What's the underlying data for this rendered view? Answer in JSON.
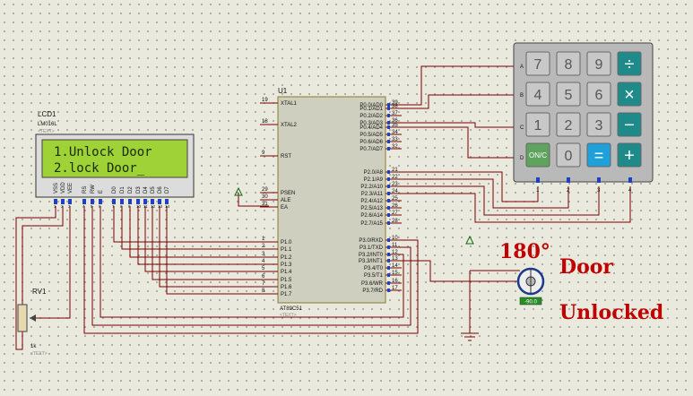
{
  "lcd": {
    "ref": "LCD1",
    "part": "LM016L",
    "text_tag": "<TEXT>",
    "line1": "1.Unlock Door",
    "line2": "2.lock Door_",
    "pins": [
      "VSS",
      "VDD",
      "VEE",
      "RS",
      "RW",
      "E",
      "D0",
      "D1",
      "D2",
      "D3",
      "D4",
      "D5",
      "D6",
      "D7"
    ],
    "pin_numbers": [
      "1",
      "2",
      "3",
      "4",
      "5",
      "6",
      "7",
      "8",
      "9",
      "10",
      "11",
      "12",
      "13",
      "14"
    ]
  },
  "mcu": {
    "ref": "U1",
    "part": "AT89C51",
    "text_tag": "<TEXT>",
    "left_pins": [
      {
        "num": "19",
        "name": "XTAL1"
      },
      {
        "num": "18",
        "name": "XTAL2"
      },
      {
        "num": "9",
        "name": "RST"
      },
      {
        "num": "29",
        "name": "PSEN"
      },
      {
        "num": "30",
        "name": "ALE"
      },
      {
        "num": "31",
        "name": "EA"
      },
      {
        "num": "1",
        "name": "P1.0"
      },
      {
        "num": "2",
        "name": "P1.1"
      },
      {
        "num": "3",
        "name": "P1.2"
      },
      {
        "num": "4",
        "name": "P1.3"
      },
      {
        "num": "5",
        "name": "P1.4"
      },
      {
        "num": "6",
        "name": "P1.5"
      },
      {
        "num": "7",
        "name": "P1.6"
      },
      {
        "num": "8",
        "name": "P1.7"
      }
    ],
    "right_pins": [
      {
        "num": "39",
        "name": "P0.0/AD0"
      },
      {
        "num": "38",
        "name": "P0.1/AD1"
      },
      {
        "num": "37",
        "name": "P0.2/AD2"
      },
      {
        "num": "36",
        "name": "P0.3/AD3"
      },
      {
        "num": "35",
        "name": "P0.4/AD4"
      },
      {
        "num": "34",
        "name": "P0.5/AD5"
      },
      {
        "num": "33",
        "name": "P0.6/AD6"
      },
      {
        "num": "32",
        "name": "P0.7/AD7"
      },
      {
        "num": "21",
        "name": "P2.0/A8"
      },
      {
        "num": "22",
        "name": "P2.1/A9"
      },
      {
        "num": "23",
        "name": "P2.2/A10"
      },
      {
        "num": "24",
        "name": "P2.3/A11"
      },
      {
        "num": "25",
        "name": "P2.4/A12"
      },
      {
        "num": "26",
        "name": "P2.5/A13"
      },
      {
        "num": "27",
        "name": "P2.6/A14"
      },
      {
        "num": "28",
        "name": "P2.7/A15"
      },
      {
        "num": "10",
        "name": "P3.0/RXD"
      },
      {
        "num": "11",
        "name": "P3.1/TXD"
      },
      {
        "num": "12",
        "name": "P3.2/INT0"
      },
      {
        "num": "13",
        "name": "P3.3/INT1"
      },
      {
        "num": "14",
        "name": "P3.4/T0"
      },
      {
        "num": "15",
        "name": "P3.5/T1"
      },
      {
        "num": "16",
        "name": "P3.6/WR"
      },
      {
        "num": "17",
        "name": "P3.7/RD"
      }
    ]
  },
  "keypad": {
    "rows": [
      "A",
      "B",
      "C",
      "D"
    ],
    "cols": [
      "1",
      "2",
      "3",
      "4"
    ],
    "keys": [
      [
        "7",
        "8",
        "9",
        "÷"
      ],
      [
        "4",
        "5",
        "6",
        "×"
      ],
      [
        "1",
        "2",
        "3",
        "−"
      ],
      [
        "ON/C",
        "0",
        "=",
        "+"
      ]
    ]
  },
  "pot": {
    "ref": "RV1",
    "value": "1k",
    "text_tag": "<TEXT>"
  },
  "motor": {
    "angle_label": "180°",
    "reading": "-90.0"
  },
  "status": {
    "line1": "Door",
    "line2": "Unlocked"
  },
  "colors": {
    "lcd_bg": "#9ed236",
    "lcd_text": "#1a2a08",
    "wire": "#7a0000",
    "motor_angle": "#c00000",
    "key_operator": "#1e8a8a",
    "key_onc": "#5fa35f",
    "key_equals": "#1fa0d8"
  }
}
